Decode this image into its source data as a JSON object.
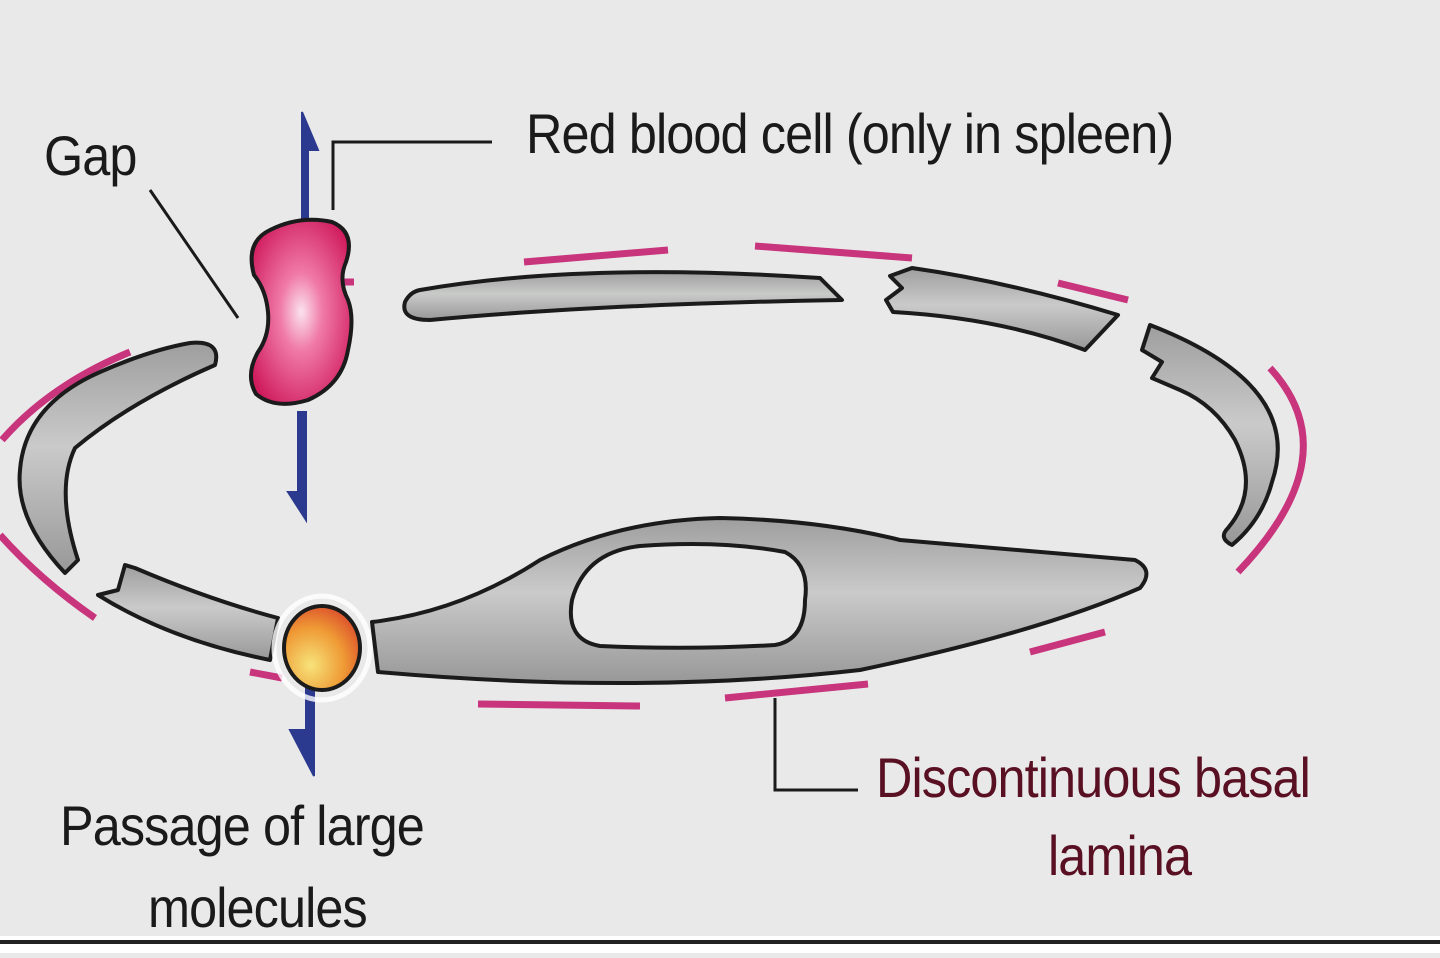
{
  "labels": {
    "gap": "Gap",
    "red_blood_cell": "Red blood cell (only in spleen)",
    "passage_line1": "Passage of large",
    "passage_line2": "molecules",
    "basal_line1": "Discontinuous basal",
    "basal_line2": "lamina"
  },
  "colors": {
    "background": "#e9e9ea",
    "cell_fill": "#a9aaa9",
    "cell_stroke": "#1b1b1b",
    "basal_lamina": "#c8357c",
    "rbc": "#d01f60",
    "arrow": "#2b3a8f",
    "molecule": "#e79a2e",
    "label_dark": "#1a1a1a",
    "label_maroon": "#5a1023"
  }
}
